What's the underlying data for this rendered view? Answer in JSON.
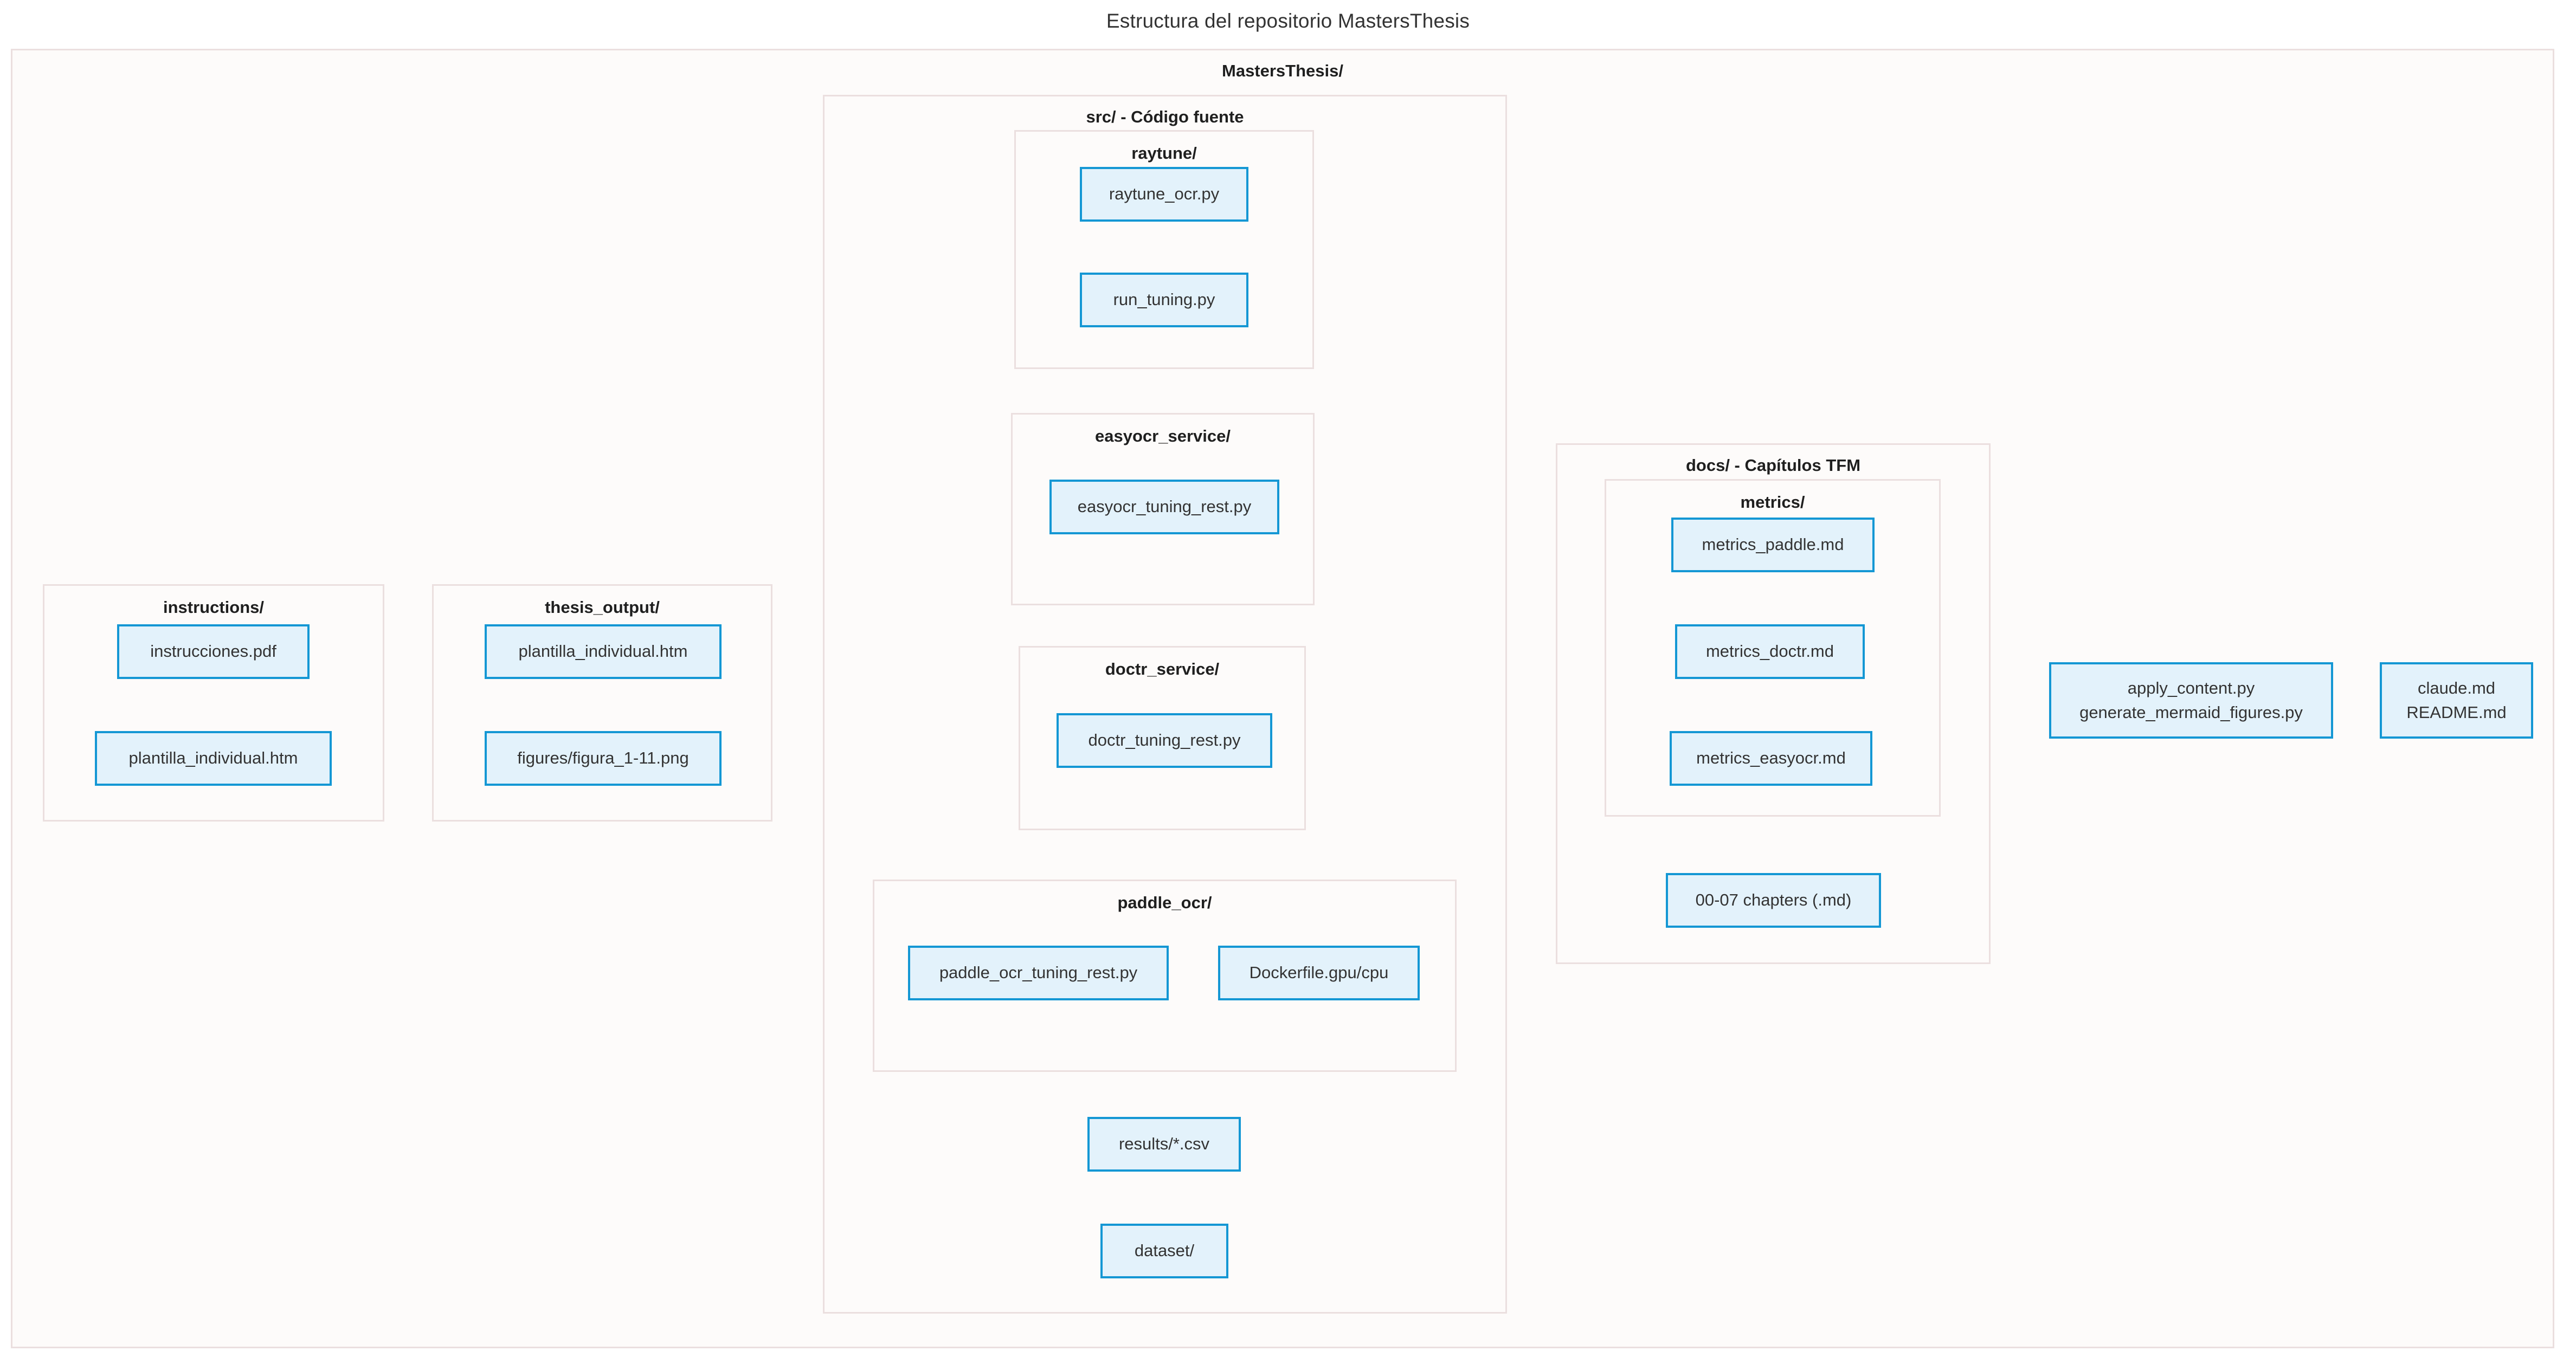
{
  "diagram": {
    "title": "Estructura del repositorio MastersThesis",
    "type": "flowchart",
    "colors": {
      "node_fill": "#e3f2fb",
      "node_border": "#1497d4",
      "cluster_fill": "#fdfbfa",
      "cluster_border": "#ebdfdf",
      "text": "#333333",
      "label_text": "#1f1f1f",
      "page_background": "#ffffff"
    }
  },
  "root": {
    "label": "MastersThesis/",
    "clusters": {
      "src": {
        "label": "src/ - Código fuente",
        "clusters": {
          "raytune": {
            "label": "raytune/",
            "nodes": [
              {
                "label": "raytune_ocr.py"
              },
              {
                "label": "run_tuning.py"
              }
            ]
          },
          "easyocr_service": {
            "label": "easyocr_service/",
            "nodes": [
              {
                "label": "easyocr_tuning_rest.py"
              }
            ]
          },
          "doctr_service": {
            "label": "doctr_service/",
            "nodes": [
              {
                "label": "doctr_tuning_rest.py"
              }
            ]
          },
          "paddle_ocr": {
            "label": "paddle_ocr/",
            "nodes": [
              {
                "label": "paddle_ocr_tuning_rest.py"
              },
              {
                "label": "Dockerfile.gpu/cpu"
              }
            ]
          }
        },
        "nodes": [
          {
            "label": "results/*.csv"
          },
          {
            "label": "dataset/"
          }
        ]
      },
      "docs": {
        "label": "docs/ - Capítulos TFM",
        "clusters": {
          "metrics": {
            "label": "metrics/",
            "nodes": [
              {
                "label": "metrics_paddle.md"
              },
              {
                "label": "metrics_doctr.md"
              },
              {
                "label": "metrics_easyocr.md"
              }
            ]
          }
        },
        "nodes": [
          {
            "label": "00-07 chapters (.md)"
          }
        ]
      },
      "instructions": {
        "label": "instructions/",
        "nodes": [
          {
            "label": "instrucciones.pdf"
          },
          {
            "label": "plantilla_individual.htm"
          }
        ]
      },
      "thesis_output": {
        "label": "thesis_output/",
        "nodes": [
          {
            "label": "plantilla_individual.htm"
          },
          {
            "label": "figures/figura_1-11.png"
          }
        ]
      }
    },
    "nodes": [
      {
        "line1": "apply_content.py",
        "line2": "generate_mermaid_figures.py"
      },
      {
        "line1": "claude.md",
        "line2": "README.md"
      }
    ]
  }
}
